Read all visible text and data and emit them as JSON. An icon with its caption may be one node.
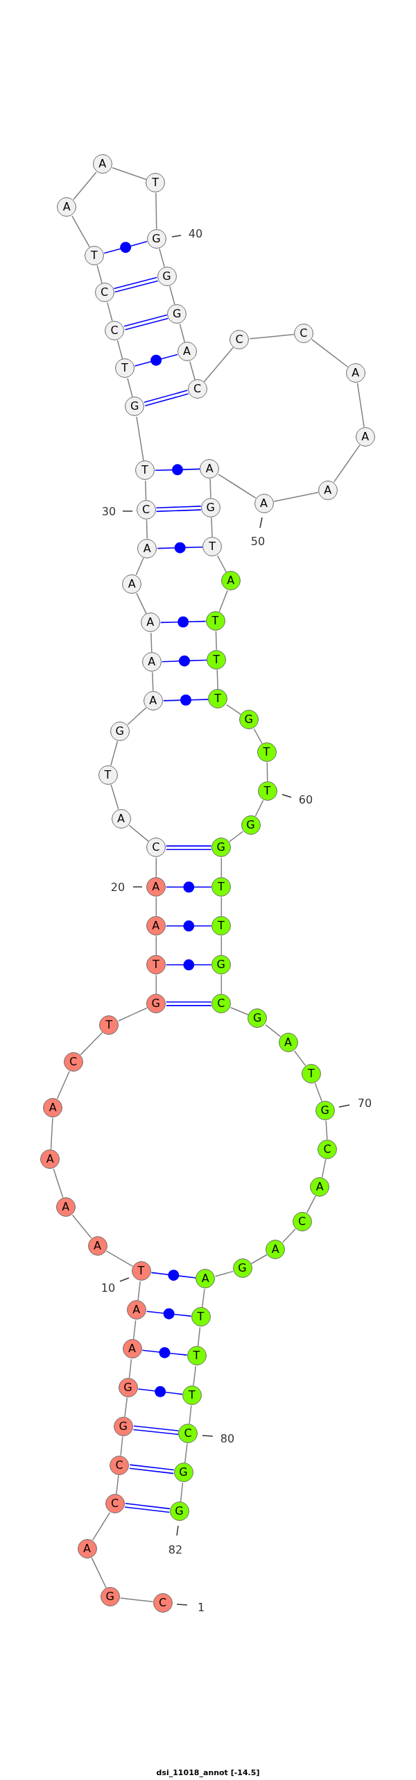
{
  "diagram": {
    "caption": "dsi_11018_annot [-14.5]",
    "nodes": [
      {
        "text": [
          "C"
        ],
        "beside": [
          "1"
        ]
      },
      {
        "text": [
          "G"
        ]
      },
      {
        "text": [
          "A"
        ]
      },
      {
        "text": [
          "C"
        ]
      },
      {
        "text": [
          "C"
        ]
      },
      {
        "text": [
          "G"
        ]
      },
      {
        "text": [
          "G"
        ]
      },
      {
        "text": [
          "A"
        ]
      },
      {
        "text": [
          "A"
        ]
      },
      {
        "text": [
          "T"
        ],
        "beside": [
          "10"
        ]
      },
      {
        "text": [
          "A"
        ]
      },
      {
        "text": [
          "A"
        ]
      },
      {
        "text": [
          "A"
        ]
      },
      {
        "text": [
          "A"
        ]
      },
      {
        "text": [
          "C"
        ]
      },
      {
        "text": [
          "T"
        ]
      },
      {
        "text": [
          "G"
        ]
      },
      {
        "text": [
          "T"
        ]
      },
      {
        "text": [
          "A"
        ]
      },
      {
        "text": [
          "A"
        ],
        "beside": [
          "20"
        ]
      },
      {
        "text": [
          "C"
        ]
      },
      {
        "text": [
          "A"
        ]
      },
      {
        "text": [
          "T"
        ]
      },
      {
        "text": [
          "G"
        ]
      },
      {
        "text": [
          "A"
        ]
      },
      {
        "text": [
          "A"
        ]
      },
      {
        "text": [
          "A"
        ]
      },
      {
        "text": [
          "A"
        ]
      },
      {
        "text": [
          "A"
        ]
      },
      {
        "text": [
          "C"
        ],
        "beside": [
          "30"
        ]
      },
      {
        "text": [
          "T"
        ]
      },
      {
        "text": [
          "G"
        ]
      },
      {
        "text": [
          "T"
        ]
      },
      {
        "text": [
          "C"
        ]
      },
      {
        "text": [
          "C"
        ]
      },
      {
        "text": [
          "T"
        ]
      },
      {
        "text": [
          "A"
        ]
      },
      {
        "text": [
          "A"
        ]
      },
      {
        "text": [
          "T"
        ]
      },
      {
        "text": [
          "G"
        ],
        "beside": [
          "40"
        ]
      },
      {
        "text": [
          "G"
        ]
      },
      {
        "text": [
          "G"
        ]
      },
      {
        "text": [
          "A"
        ]
      },
      {
        "text": [
          "C"
        ]
      },
      {
        "text": [
          "C"
        ]
      },
      {
        "text": [
          "C"
        ]
      },
      {
        "text": [
          "A"
        ]
      },
      {
        "text": [
          "A"
        ]
      },
      {
        "text": [
          "A"
        ]
      },
      {
        "text": [
          "A"
        ],
        "beside": [
          "50"
        ]
      },
      {
        "text": [
          "A"
        ]
      },
      {
        "text": [
          "G"
        ]
      },
      {
        "text": [
          "T"
        ]
      },
      {
        "text": [
          "A"
        ]
      },
      {
        "text": [
          "T"
        ]
      },
      {
        "text": [
          "T"
        ]
      },
      {
        "text": [
          "T"
        ]
      },
      {
        "text": [
          "G"
        ]
      },
      {
        "text": [
          "T"
        ]
      },
      {
        "text": [
          "T"
        ],
        "beside": [
          "60"
        ]
      },
      {
        "text": [
          "G"
        ]
      },
      {
        "text": [
          "G"
        ]
      },
      {
        "text": [
          "T"
        ]
      },
      {
        "text": [
          "T"
        ]
      },
      {
        "text": [
          "G"
        ]
      },
      {
        "text": [
          "C"
        ]
      },
      {
        "text": [
          "G"
        ]
      },
      {
        "text": [
          "A"
        ]
      },
      {
        "text": [
          "T"
        ]
      },
      {
        "text": [
          "G"
        ],
        "beside": [
          "70"
        ]
      },
      {
        "text": [
          "C"
        ]
      },
      {
        "text": [
          "A"
        ]
      },
      {
        "text": [
          "C"
        ]
      },
      {
        "text": [
          "A"
        ]
      },
      {
        "text": [
          "G"
        ]
      },
      {
        "text": [
          "A"
        ]
      },
      {
        "text": [
          "T"
        ]
      },
      {
        "text": [
          "T"
        ]
      },
      {
        "text": [
          "T"
        ]
      },
      {
        "text": [
          "C"
        ],
        "beside": [
          "80"
        ]
      },
      {
        "text": [
          "G"
        ]
      },
      {
        "text": [
          "G"
        ],
        "beside": [
          "82"
        ]
      }
    ],
    "edges": [
      {
        "from": 0,
        "to": 1,
        "arrow": "none"
      },
      {
        "from": 1,
        "to": 2,
        "arrow": "none"
      },
      {
        "from": 2,
        "to": 3,
        "arrow": "none"
      },
      {
        "from": 3,
        "to": 4,
        "arrow": "none"
      },
      {
        "from": 4,
        "to": 5,
        "arrow": "none"
      },
      {
        "from": 5,
        "to": 6,
        "arrow": "none"
      },
      {
        "from": 6,
        "to": 7,
        "arrow": "none"
      },
      {
        "from": 7,
        "to": 8,
        "arrow": "none"
      },
      {
        "from": 8,
        "to": 9,
        "arrow": "none"
      },
      {
        "from": 9,
        "to": 10,
        "arrow": "none"
      },
      {
        "from": 10,
        "to": 11,
        "arrow": "none"
      },
      {
        "from": 11,
        "to": 12,
        "arrow": "none"
      },
      {
        "from": 12,
        "to": 13,
        "arrow": "none"
      },
      {
        "from": 13,
        "to": 14,
        "arrow": "none"
      },
      {
        "from": 14,
        "to": 15,
        "arrow": "none"
      },
      {
        "from": 15,
        "to": 16,
        "arrow": "none"
      },
      {
        "from": 16,
        "to": 17,
        "arrow": "none"
      },
      {
        "from": 17,
        "to": 18,
        "arrow": "none"
      },
      {
        "from": 18,
        "to": 19,
        "arrow": "none"
      },
      {
        "from": 19,
        "to": 20,
        "arrow": "none"
      },
      {
        "from": 20,
        "to": 21,
        "arrow": "none"
      },
      {
        "from": 21,
        "to": 22,
        "arrow": "none"
      },
      {
        "from": 22,
        "to": 23,
        "arrow": "none"
      },
      {
        "from": 23,
        "to": 24,
        "arrow": "none"
      },
      {
        "from": 24,
        "to": 25,
        "arrow": "none"
      },
      {
        "from": 25,
        "to": 26,
        "arrow": "none"
      },
      {
        "from": 26,
        "to": 27,
        "arrow": "none"
      },
      {
        "from": 27,
        "to": 28,
        "arrow": "none"
      },
      {
        "from": 28,
        "to": 29,
        "arrow": "none"
      },
      {
        "from": 29,
        "to": 30,
        "arrow": "none"
      },
      {
        "from": 30,
        "to": 31,
        "arrow": "none"
      },
      {
        "from": 31,
        "to": 32,
        "arrow": "none"
      },
      {
        "from": 32,
        "to": 33,
        "arrow": "none"
      },
      {
        "from": 33,
        "to": 34,
        "arrow": "none"
      },
      {
        "from": 34,
        "to": 35,
        "arrow": "none"
      },
      {
        "from": 35,
        "to": 36,
        "arrow": "none"
      },
      {
        "from": 36,
        "to": 37,
        "arrow": "none"
      },
      {
        "from": 37,
        "to": 38,
        "arrow": "none"
      },
      {
        "from": 38,
        "to": 39,
        "arrow": "none"
      },
      {
        "from": 39,
        "to": 40,
        "arrow": "none"
      },
      {
        "from": 40,
        "to": 41,
        "arrow": "none"
      },
      {
        "from": 41,
        "to": 42,
        "arrow": "none"
      },
      {
        "from": 42,
        "to": 43,
        "arrow": "none"
      },
      {
        "from": 43,
        "to": 44,
        "arrow": "none"
      },
      {
        "from": 44,
        "to": 45,
        "arrow": "none"
      },
      {
        "from": 45,
        "to": 46,
        "arrow": "none"
      },
      {
        "from": 46,
        "to": 47,
        "arrow": "none"
      },
      {
        "from": 47,
        "to": 48,
        "arrow": "none"
      },
      {
        "from": 48,
        "to": 49,
        "arrow": "none"
      },
      {
        "from": 49,
        "to": 50,
        "arrow": "none"
      },
      {
        "from": 50,
        "to": 51,
        "arrow": "none"
      },
      {
        "from": 51,
        "to": 52,
        "arrow": "none"
      },
      {
        "from": 52,
        "to": 53,
        "arrow": "none"
      },
      {
        "from": 53,
        "to": 54,
        "arrow": "none"
      },
      {
        "from": 54,
        "to": 55,
        "arrow": "none"
      },
      {
        "from": 55,
        "to": 56,
        "arrow": "none"
      },
      {
        "from": 56,
        "to": 57,
        "arrow": "none"
      },
      {
        "from": 57,
        "to": 58,
        "arrow": "none"
      },
      {
        "from": 58,
        "to": 59,
        "arrow": "none"
      },
      {
        "from": 59,
        "to": 60,
        "arrow": "none"
      },
      {
        "from": 60,
        "to": 61,
        "arrow": "none"
      },
      {
        "from": 61,
        "to": 62,
        "arrow": "none"
      },
      {
        "from": 62,
        "to": 63,
        "arrow": "none"
      },
      {
        "from": 63,
        "to": 64,
        "arrow": "none"
      },
      {
        "from": 64,
        "to": 65,
        "arrow": "none"
      },
      {
        "from": 65,
        "to": 66,
        "arrow": "none"
      },
      {
        "from": 66,
        "to": 67,
        "arrow": "none"
      },
      {
        "from": 67,
        "to": 68,
        "arrow": "none"
      },
      {
        "from": 68,
        "to": 69,
        "arrow": "none"
      },
      {
        "from": 69,
        "to": 70,
        "arrow": "none"
      },
      {
        "from": 70,
        "to": 71,
        "arrow": "none"
      },
      {
        "from": 71,
        "to": 72,
        "arrow": "none"
      },
      {
        "from": 72,
        "to": 73,
        "arrow": "none"
      },
      {
        "from": 73,
        "to": 74,
        "arrow": "none"
      },
      {
        "from": 74,
        "to": 75,
        "arrow": "none"
      },
      {
        "from": 75,
        "to": 76,
        "arrow": "none"
      },
      {
        "from": 76,
        "to": 77,
        "arrow": "none"
      },
      {
        "from": 77,
        "to": 78,
        "arrow": "none"
      },
      {
        "from": 78,
        "to": 79,
        "arrow": "none"
      },
      {
        "from": 79,
        "to": 80,
        "arrow": "none"
      },
      {
        "from": 80,
        "to": 81,
        "arrow": "none"
      },
      {
        "from": 9,
        "to": 75,
        "arrow": "none",
        "color": "#0000ff"
      },
      {
        "from": 8,
        "to": 76,
        "arrow": "none",
        "color": "#0000ff"
      },
      {
        "from": 7,
        "to": 77,
        "arrow": "none",
        "color": "#0000ff"
      },
      {
        "from": 6,
        "to": 78,
        "arrow": "none",
        "color": "#0000ff"
      },
      {
        "from": 5,
        "to": 79,
        "arrow": "none",
        "color": "#0000ff"
      },
      {
        "from": 4,
        "to": 80,
        "arrow": "none",
        "color": "#0000ff"
      },
      {
        "from": 3,
        "to": 81,
        "arrow": "none",
        "color": "#0000ff"
      },
      {
        "from": 16,
        "to": 65,
        "arrow": "none",
        "color": "#0000ff"
      },
      {
        "from": 17,
        "to": 64,
        "arrow": "none",
        "color": "#0000ff"
      },
      {
        "from": 18,
        "to": 63,
        "arrow": "none",
        "color": "#0000ff"
      },
      {
        "from": 19,
        "to": 62,
        "arrow": "none",
        "color": "#0000ff"
      },
      {
        "from": 20,
        "to": 61,
        "arrow": "none",
        "color": "#0000ff"
      },
      {
        "from": 24,
        "to": 56,
        "arrow": "none",
        "color": "#0000ff"
      },
      {
        "from": 25,
        "to": 55,
        "arrow": "none",
        "color": "#0000ff"
      },
      {
        "from": 26,
        "to": 54,
        "arrow": "none",
        "color": "#0000ff"
      },
      {
        "from": 28,
        "to": 52,
        "arrow": "none",
        "color": "#0000ff"
      },
      {
        "from": 29,
        "to": 51,
        "arrow": "none",
        "color": "#0000ff"
      },
      {
        "from": 30,
        "to": 50,
        "arrow": "none",
        "color": "#0000ff"
      },
      {
        "from": 31,
        "to": 43,
        "arrow": "none",
        "color": "#0000ff"
      },
      {
        "from": 32,
        "to": 42,
        "arrow": "none",
        "color": "#0000ff"
      },
      {
        "from": 33,
        "to": 41,
        "arrow": "none",
        "color": "#0000ff"
      },
      {
        "from": 34,
        "to": 40,
        "arrow": "none",
        "color": "#0000ff"
      },
      {
        "from": 35,
        "to": 39,
        "arrow": "none",
        "color": "#0000ff"
      }
    ]
  }
}
